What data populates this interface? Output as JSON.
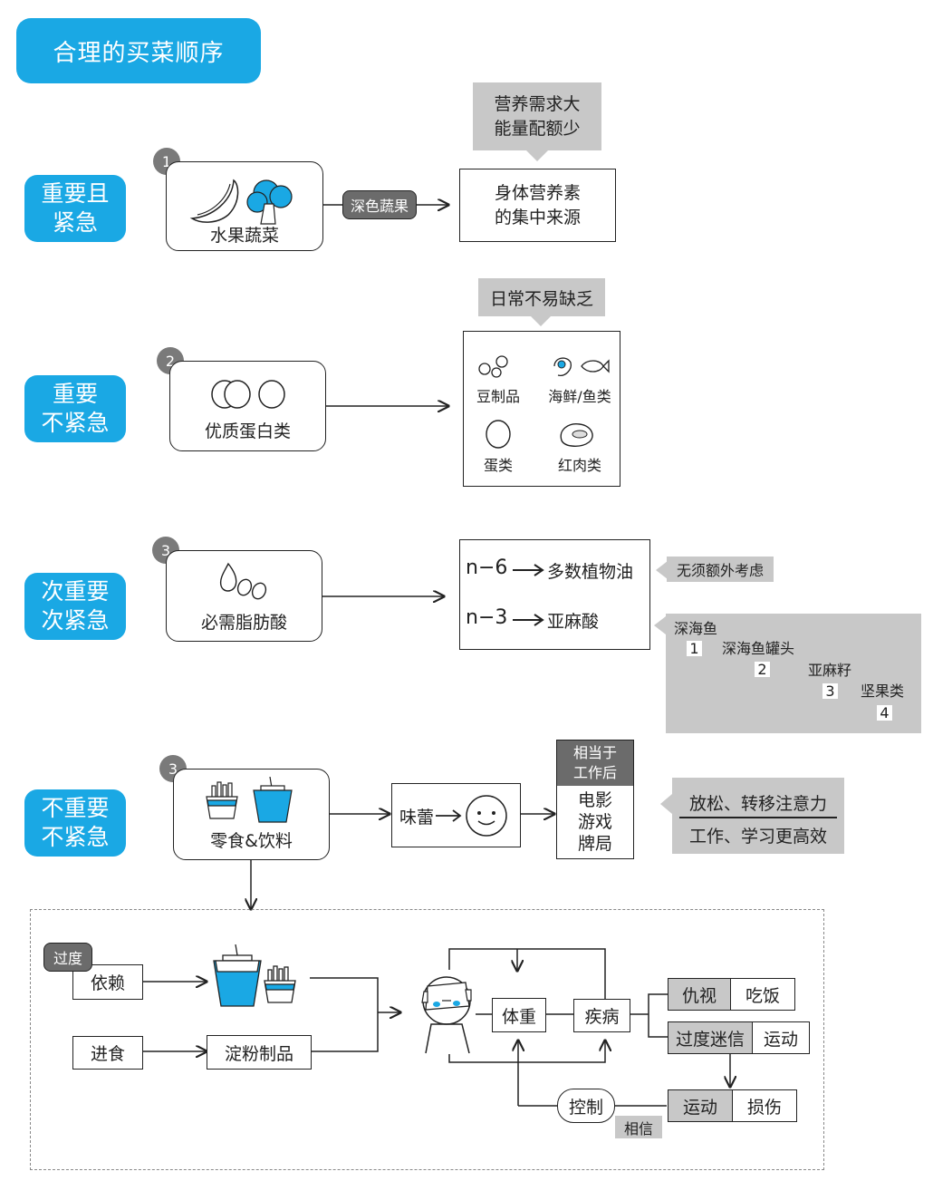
{
  "title": "合理的买菜顺序",
  "categories": [
    {
      "line1": "重要且",
      "line2": "紧急"
    },
    {
      "line1": "重要",
      "line2": "不紧急"
    },
    {
      "line1": "次重要",
      "line2": "次紧急"
    },
    {
      "line1": "不重要",
      "line2": "不紧急"
    }
  ],
  "row1": {
    "num": "1",
    "label": "水果蔬菜",
    "tag": "深色蔬果",
    "callout_l1": "营养需求大",
    "callout_l2": "能量配额少",
    "result_l1": "身体营养素",
    "result_l2": "的集中来源"
  },
  "row2": {
    "num": "2",
    "label": "优质蛋白类",
    "callout": "日常不易缺乏",
    "items": [
      "豆制品",
      "海鲜/鱼类",
      "蛋类",
      "红肉类"
    ]
  },
  "row3": {
    "num": "3",
    "label": "必需脂肪酸",
    "n6_label": "n−6",
    "n6_text": "多数植物油",
    "n3_label": "n−3",
    "n3_text": "亚麻酸",
    "note": "无须额外考虑",
    "stairs": [
      {
        "name": "深海鱼",
        "rank": "1"
      },
      {
        "name": "深海鱼罐头",
        "rank": "2"
      },
      {
        "name": "亚麻籽",
        "rank": "3"
      },
      {
        "name": "坚果类",
        "rank": "4"
      }
    ]
  },
  "row4": {
    "num": "3",
    "label": "零食&饮料",
    "taste": "味蕾",
    "after_l1": "相当于",
    "after_l2": "工作后",
    "activities": [
      "电影",
      "游戏",
      "牌局"
    ],
    "effect_l1": "放松、转移注意力",
    "effect_l2": "工作、学习更高效"
  },
  "bottom": {
    "over_tag": "过度",
    "depend": "依赖",
    "eat": "进食",
    "starch": "淀粉制品",
    "weight": "体重",
    "disease": "疾病",
    "control": "控制",
    "believe": "相信",
    "pairs": [
      {
        "a": "仇视",
        "b": "吃饭"
      },
      {
        "a": "过度迷信",
        "b": "运动"
      },
      {
        "a": "运动",
        "b": "损伤"
      }
    ]
  }
}
